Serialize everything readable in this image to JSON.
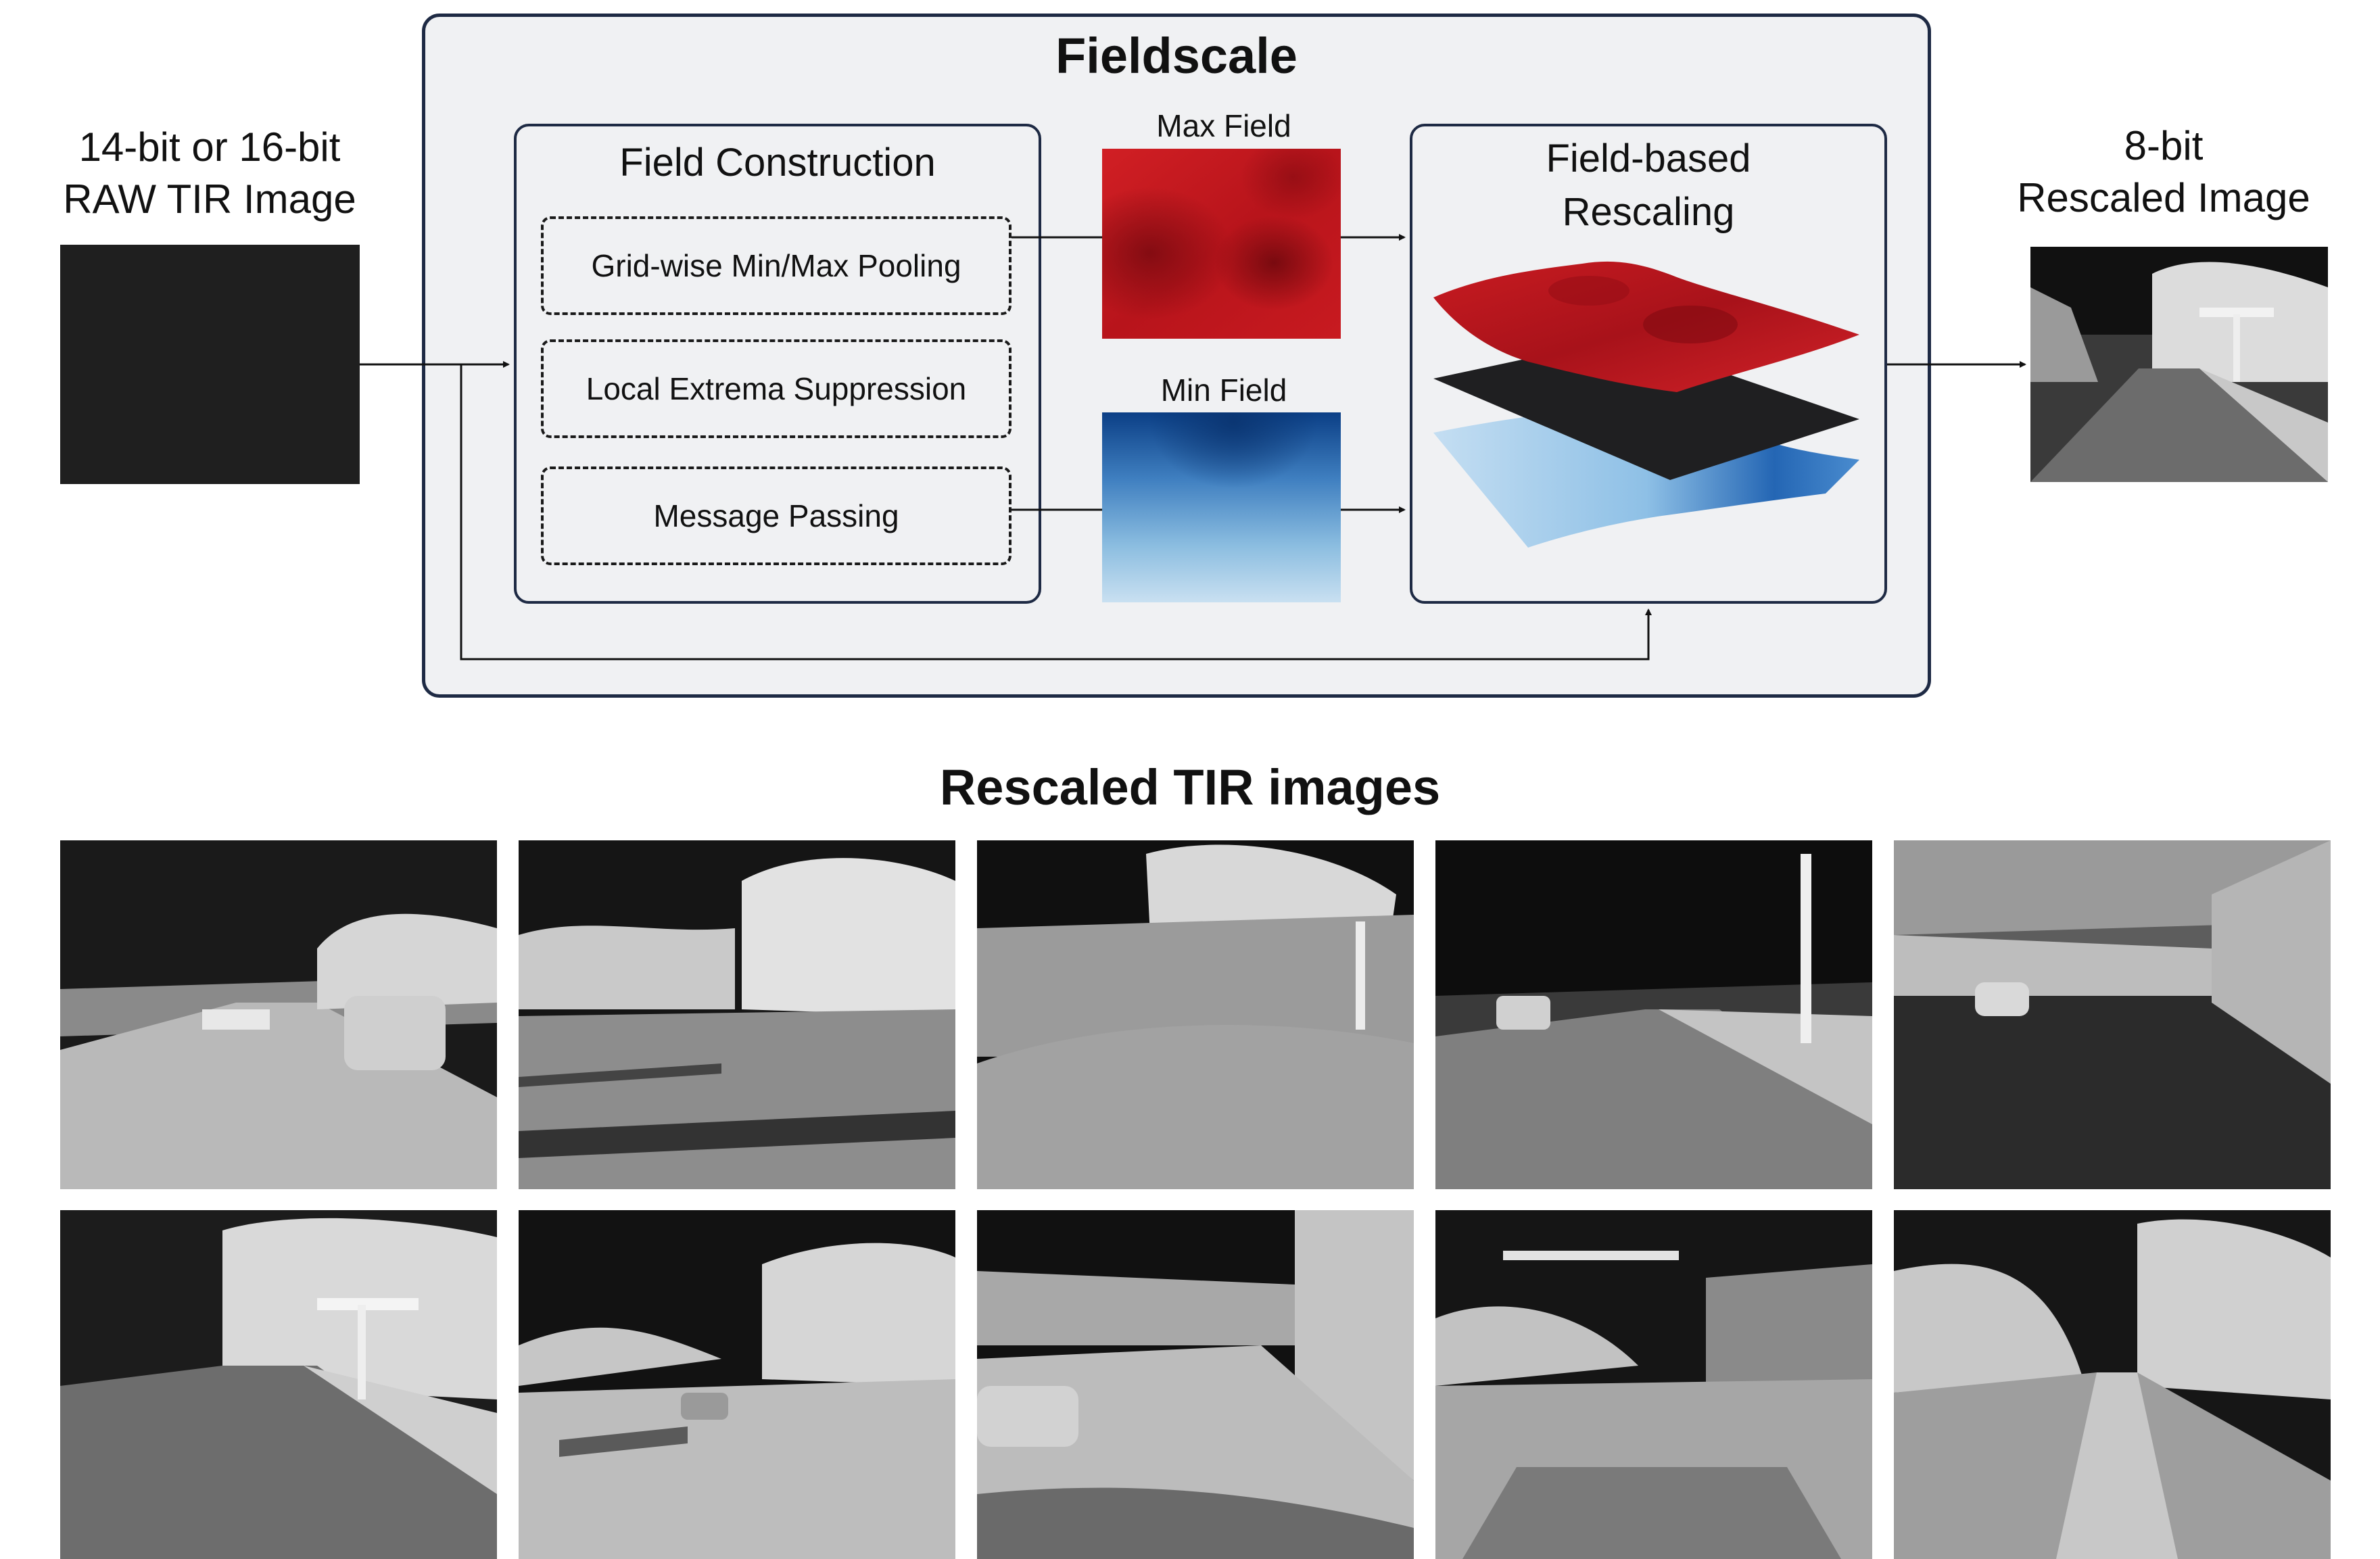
{
  "input": {
    "label_line1": "14-bit or 16-bit",
    "label_line2": "RAW TIR Image"
  },
  "fieldscale": {
    "title": "Fieldscale",
    "field_construction": {
      "title": "Field Construction",
      "steps": [
        "Grid-wise Min/Max Pooling",
        "Local Extrema Suppression",
        "Message Passing"
      ]
    },
    "max_field_label": "Max Field",
    "min_field_label": "Min Field",
    "rescaling": {
      "title_line1": "Field-based",
      "title_line2": "Rescaling"
    }
  },
  "output": {
    "label_line1": "8-bit",
    "label_line2": "Rescaled Image"
  },
  "gallery": {
    "title": "Rescaled TIR images"
  },
  "colors": {
    "box_border": "#1e2a44",
    "box_fill": "#f0f1f3",
    "max_field": "#b5141a",
    "min_field": "#1e5fa8"
  }
}
